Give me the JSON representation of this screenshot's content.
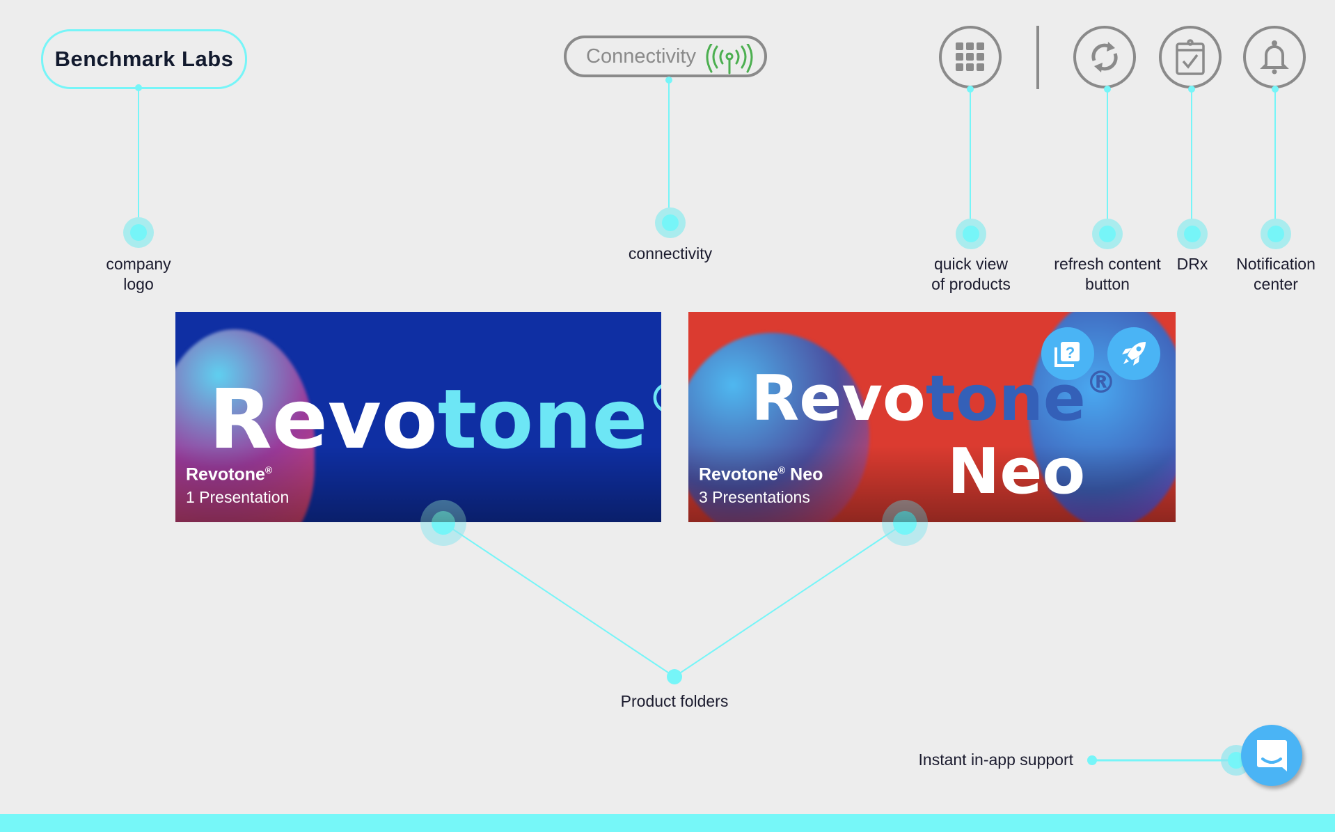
{
  "header": {
    "company_logo": "Benchmark Labs",
    "connectivity_label": "Connectivity",
    "icons": [
      "grid-icon",
      "refresh-icon",
      "clipboard-check-icon",
      "bell-icon"
    ]
  },
  "annotations": {
    "company_logo": [
      "company",
      "logo"
    ],
    "connectivity": "connectivity",
    "quick_view": [
      "quick view",
      "of products"
    ],
    "refresh": [
      "refresh content",
      "button"
    ],
    "drx": "DRx",
    "notification": [
      "Notification",
      "center"
    ],
    "product_folders": "Product folders",
    "support": "Instant in-app support"
  },
  "products": [
    {
      "title": "Revotone",
      "reg": "®",
      "subtitle": "1 Presentation",
      "art_main": "Revo",
      "art_accent": "tone",
      "art_reg": "®"
    },
    {
      "title": "Revotone",
      "reg": "®",
      "suffix": " Neo",
      "subtitle": "3 Presentations",
      "art_main": "Revo",
      "art_accent": "tone",
      "art_reg": "®",
      "art_line2": "Neo"
    }
  ],
  "colors": {
    "accent": "#76f5f8",
    "support": "#4ab4f5",
    "signal": "#4caf50",
    "card1": "#0f2fa3",
    "card2": "#db3b30"
  }
}
